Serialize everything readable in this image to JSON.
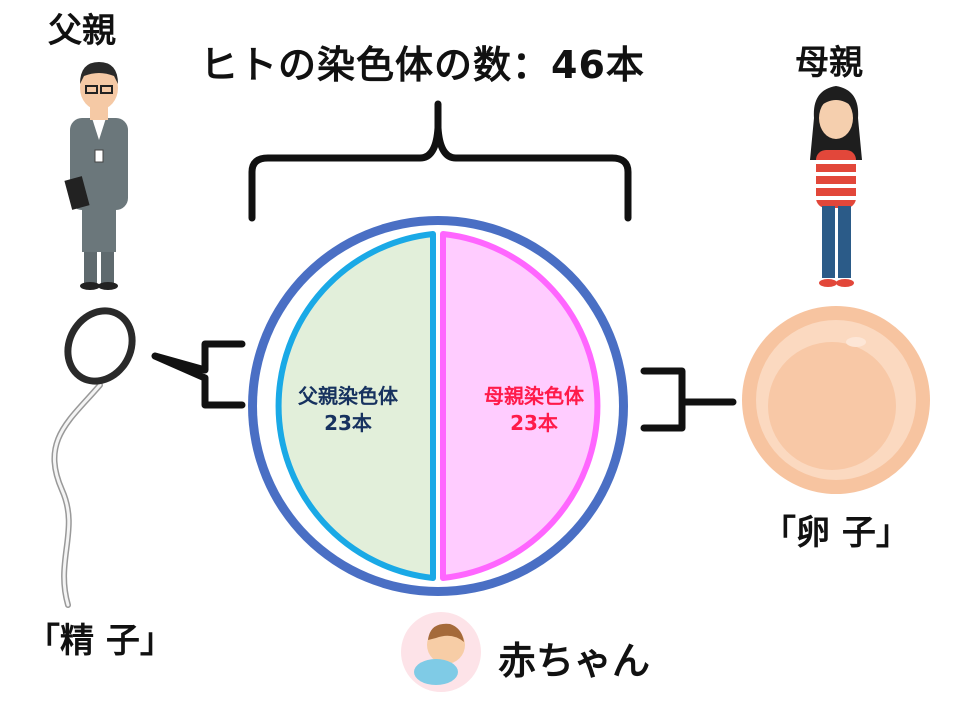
{
  "title": "ヒトの染色体の数：46本",
  "father": {
    "label": "父親"
  },
  "mother": {
    "label": "母親"
  },
  "sperm": {
    "label": "「精 子」"
  },
  "egg": {
    "label": "「卵 子」"
  },
  "baby": {
    "label": "赤ちゃん"
  },
  "cell": {
    "paternal": {
      "name": "父親染色体",
      "count": "23本",
      "color": "#17325f",
      "fill": "#e2efda",
      "border": "#1aa9e6"
    },
    "maternal": {
      "name": "母親染色体",
      "count": "23本",
      "color": "#ff1a4a",
      "fill": "#ffccff",
      "border": "#ff66ff"
    },
    "outer_ring": "#4a6fc4"
  }
}
